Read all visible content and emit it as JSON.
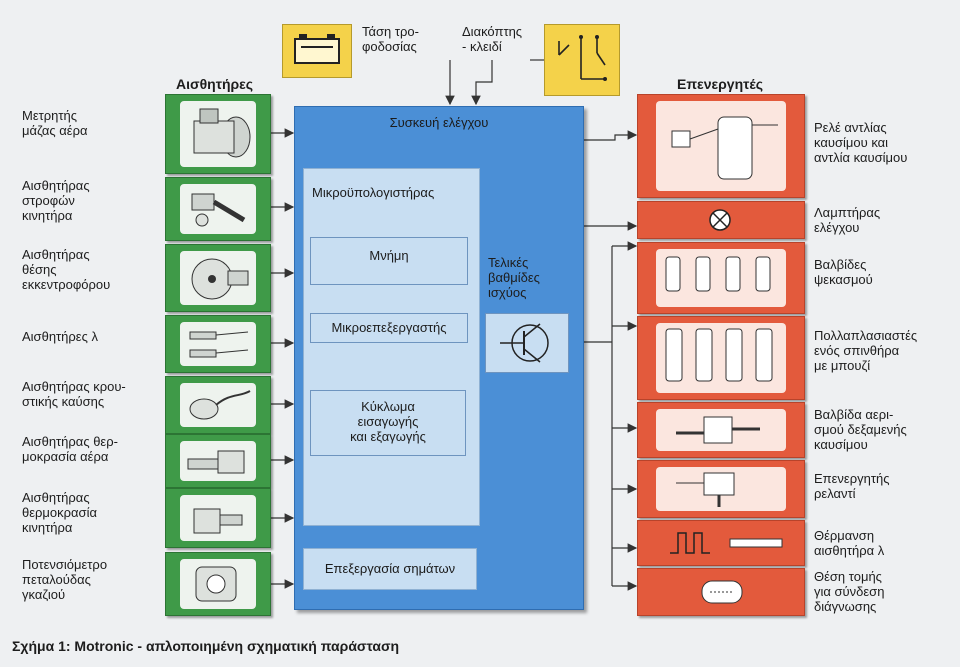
{
  "sensors_header": "Αισθητήρες",
  "actuators_header": "Επενεργητές",
  "supply_voltage": [
    "Τάση τρο-",
    "φοδοσίας"
  ],
  "key_switch": [
    "Διακόπτης",
    "- κλειδί"
  ],
  "control_unit": "Συσκευή ελέγχου",
  "microcomputer": "Μικροϋπολογιστήρας",
  "memory": "Μνήμη",
  "microprocessor": "Μικροεπεξεργαστής",
  "io_circuit": [
    "Κύκλωμα",
    "εισαγωγής",
    "και εξαγωγής"
  ],
  "power_stages": [
    "Τελικές",
    "βαθμίδες",
    "ισχύος"
  ],
  "signal_processing": "Επεξεργασία σημάτων",
  "sensors": [
    {
      "name": "air-mass-meter",
      "lines": [
        "Μετρητής",
        "μάζας αέρα"
      ]
    },
    {
      "name": "engine-speed-sensor",
      "lines": [
        "Αισθητήρας",
        "στροφών",
        "κινητήρα"
      ]
    },
    {
      "name": "camshaft-position-sensor",
      "lines": [
        "Αισθητήρας",
        "θέσης",
        "εκκεντροφόρου"
      ]
    },
    {
      "name": "lambda-sensors",
      "lines": [
        "Αισθητήρες λ"
      ]
    },
    {
      "name": "knock-sensor",
      "lines": [
        "Αισθητήρας κρου-",
        "στικής καύσης"
      ]
    },
    {
      "name": "air-temperature-sensor",
      "lines": [
        "Αισθητήρας θερ-",
        "μοκρασία αέρα"
      ]
    },
    {
      "name": "engine-temperature-sensor",
      "lines": [
        "Αισθητήρας",
        "θερμοκρασία",
        "κινητήρα"
      ]
    },
    {
      "name": "throttle-potentiometer",
      "lines": [
        "Ποτενσιόμετρο",
        "πεταλούδας",
        "γκαζιού"
      ]
    }
  ],
  "actuators": [
    {
      "name": "fuel-pump-relay",
      "lines": [
        "Ρελέ αντλίας",
        "καυσίμου και",
        "αντλία καυσίμου"
      ]
    },
    {
      "name": "check-lamp",
      "lines": [
        "Λαμπτήρας",
        "ελέγχου"
      ]
    },
    {
      "name": "injection-valves",
      "lines": [
        "Βαλβίδες",
        "ψεκασμού"
      ]
    },
    {
      "name": "ignition-coils",
      "lines": [
        "Πολλαπλασιαστές",
        "ενός σπινθήρα",
        "με μπουζί"
      ]
    },
    {
      "name": "tank-vent-valve",
      "lines": [
        "Βαλβίδα αερι-",
        "σμού δεξαμενής",
        "καυσίμου"
      ]
    },
    {
      "name": "idle-actuator",
      "lines": [
        "Επενεργητής",
        "ρελαντί"
      ]
    },
    {
      "name": "lambda-heater",
      "lines": [
        "Θέρμανση",
        "αισθητήρα λ"
      ]
    },
    {
      "name": "diagnosis-connector",
      "lines": [
        "Θέση τομής",
        "για σύνδεση",
        "διάγνωσης"
      ]
    }
  ],
  "caption": "Σχήμα 1: Motronic - απλοποιημένη σχηματική παράσταση",
  "colors": {
    "sensor": "#3f9a48",
    "actuator": "#e35a3c",
    "ecu": "#4b8fd6",
    "inner": "#c8def2",
    "input": "#f4d24a"
  }
}
